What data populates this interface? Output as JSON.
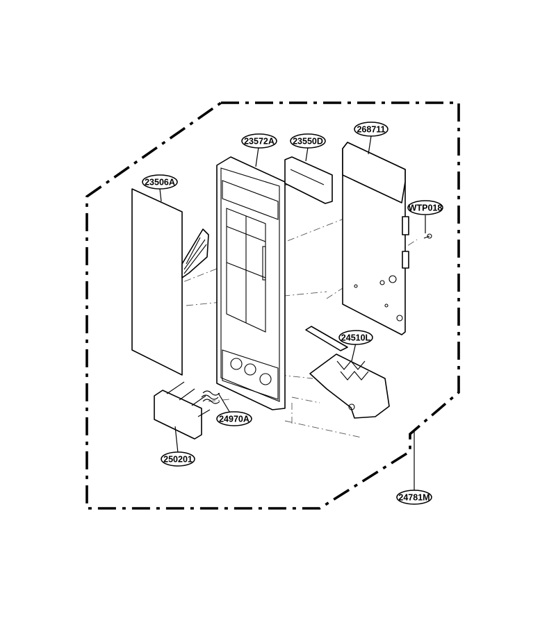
{
  "callouts": {
    "display_window": "23550D",
    "pcb_assembly": "268711",
    "control_panel_frame": "23572A",
    "membrane_switch": "23506A",
    "screw": "WTP018",
    "door_latch_lever": "24510L",
    "spring": "24970A",
    "push_button": "250201",
    "control_panel_assembly": "24781M"
  },
  "colors": {
    "line": "#000000",
    "background": "#ffffff"
  }
}
